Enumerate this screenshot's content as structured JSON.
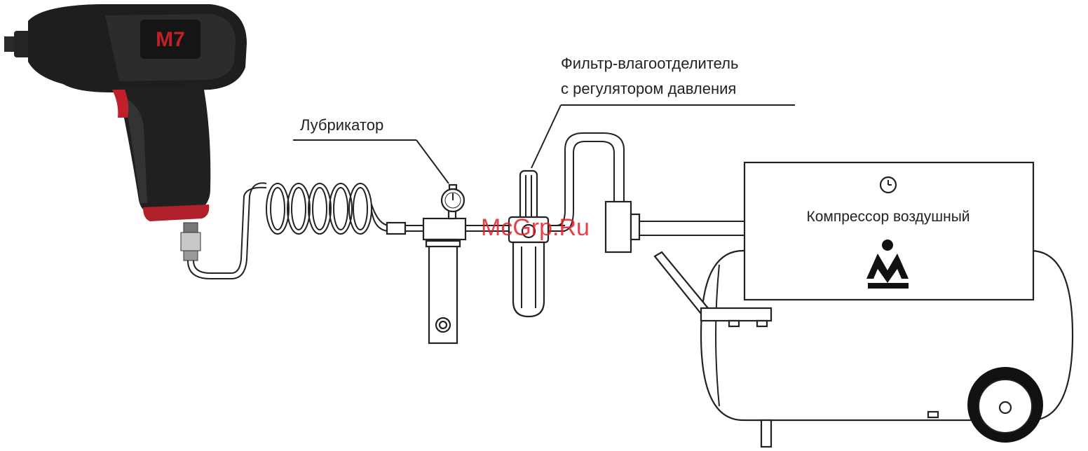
{
  "labels": {
    "lubricator": "Лубрикатор",
    "filter_line1": "Фильтр-влагоотделитель",
    "filter_line2": "с регулятором давления",
    "compressor": "Компрессор воздушный"
  },
  "tool_brand": "M7",
  "watermark": "McGrp.Ru",
  "colors": {
    "watermark": "#e0202a",
    "tool_body": "#1e1e1e",
    "tool_accent": "#c0202a",
    "line": "#222222"
  },
  "icons": [
    "impact-wrench-icon",
    "gauge-icon",
    "compressor-logo-icon"
  ]
}
